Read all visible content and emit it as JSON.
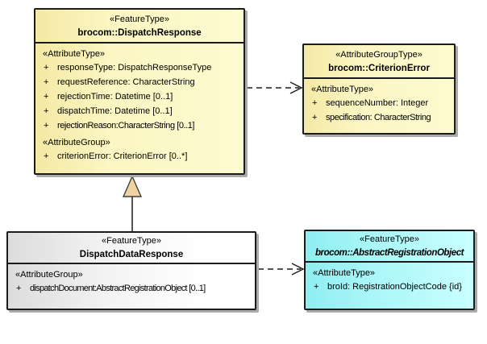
{
  "diagram": {
    "boxes": {
      "dispatch_response": {
        "stereotype": "«FeatureType»",
        "name": "brocom::DispatchResponse",
        "sections": [
          {
            "label": "«AttributeType»",
            "rows": [
              {
                "vis": "+",
                "text": "responseType: DispatchResponseType"
              },
              {
                "vis": "+",
                "text": "requestReference: CharacterString"
              },
              {
                "vis": "+",
                "text": "rejectionTime: Datetime [0..1]"
              },
              {
                "vis": "+",
                "text": "dispatchTime: Datetime [0..1]"
              },
              {
                "vis": "+",
                "text": "rejectionReason:CharacterString [0..1]"
              }
            ]
          },
          {
            "label": "«AttributeGroup»",
            "rows": [
              {
                "vis": "+",
                "text": "criterionError: CriterionError [0..*]"
              }
            ]
          }
        ]
      },
      "criterion_error": {
        "stereotype": "«AttributeGroupType»",
        "name": "brocom::CriterionError",
        "sections": [
          {
            "label": "«AttributeType»",
            "rows": [
              {
                "vis": "+",
                "text": "sequenceNumber: Integer"
              },
              {
                "vis": "+",
                "text": "specification: CharacterString"
              }
            ]
          }
        ]
      },
      "dispatch_data_response": {
        "stereotype": "«FeatureType»",
        "name": "DispatchDataResponse",
        "sections": [
          {
            "label": "«AttributeGroup»",
            "rows": [
              {
                "vis": "+",
                "text": "dispatchDocument:AbstractRegistrationObject [0..1]"
              }
            ]
          }
        ]
      },
      "abstract_registration_object": {
        "stereotype": "«FeatureType»",
        "name": "brocom::AbstractRegistrationObject",
        "sections": [
          {
            "label": "«AttributeType»",
            "rows": [
              {
                "vis": "+",
                "text": "broId: RegistrationObjectCode {id}"
              }
            ]
          }
        ]
      }
    },
    "connectors": [
      {
        "type": "dependency",
        "from": "brocom::DispatchResponse",
        "to": "brocom::CriterionError",
        "line": "dashed",
        "arrowhead": "open"
      },
      {
        "type": "generalization",
        "from": "DispatchDataResponse",
        "to": "brocom::DispatchResponse",
        "line": "solid",
        "arrowhead": "hollow-triangle"
      },
      {
        "type": "dependency",
        "from": "DispatchDataResponse",
        "to": "brocom::AbstractRegistrationObject",
        "line": "dashed",
        "arrowhead": "open"
      }
    ],
    "colors": {
      "yellow_fill": "#FBF6C2",
      "cyan_fill": "#AAF6F8",
      "gray_fill": "#EDEDED",
      "triangle_fill": "#EFD3A0",
      "border": "#1B1B1B",
      "shadow": "#ABABAB",
      "background": "#FFFFFF"
    }
  }
}
